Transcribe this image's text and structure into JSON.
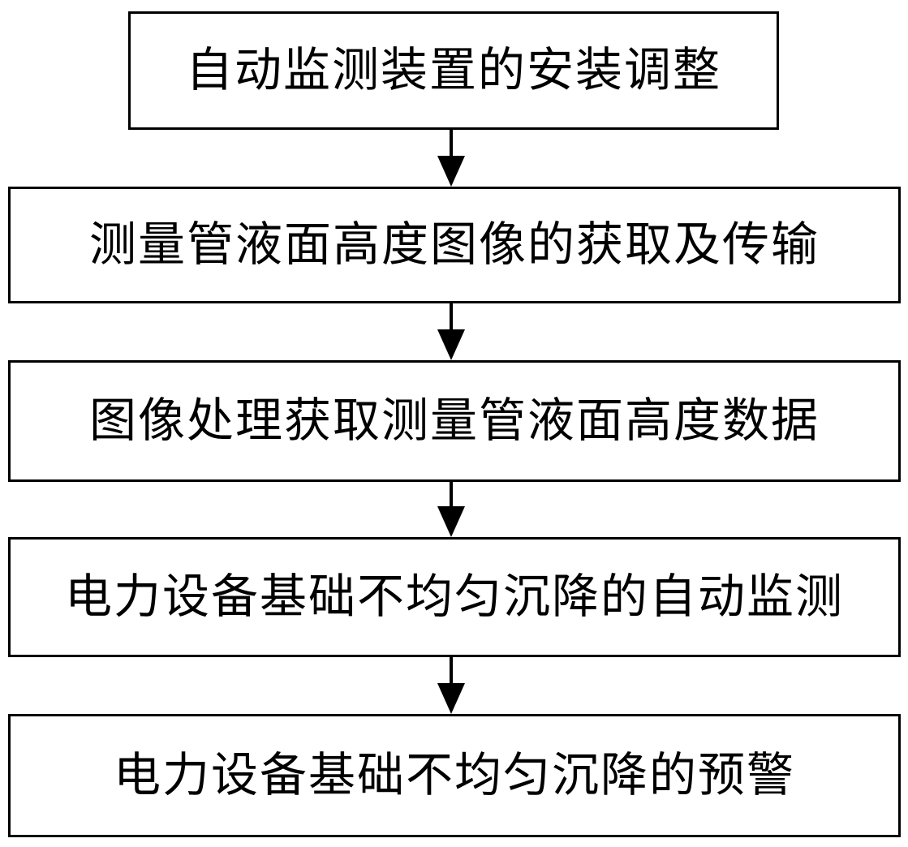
{
  "flowchart": {
    "title": "",
    "steps": [
      {
        "label": "自动监测装置的安装调整"
      },
      {
        "label": "测量管液面高度图像的获取及传输"
      },
      {
        "label": "图像处理获取测量管液面高度数据"
      },
      {
        "label": "电力设备基础不均匀沉降的自动监测"
      },
      {
        "label": "电力设备基础不均匀沉降的预警"
      }
    ],
    "connector_color": "#000000",
    "box_border_color": "#000000",
    "background_color": "#ffffff"
  }
}
